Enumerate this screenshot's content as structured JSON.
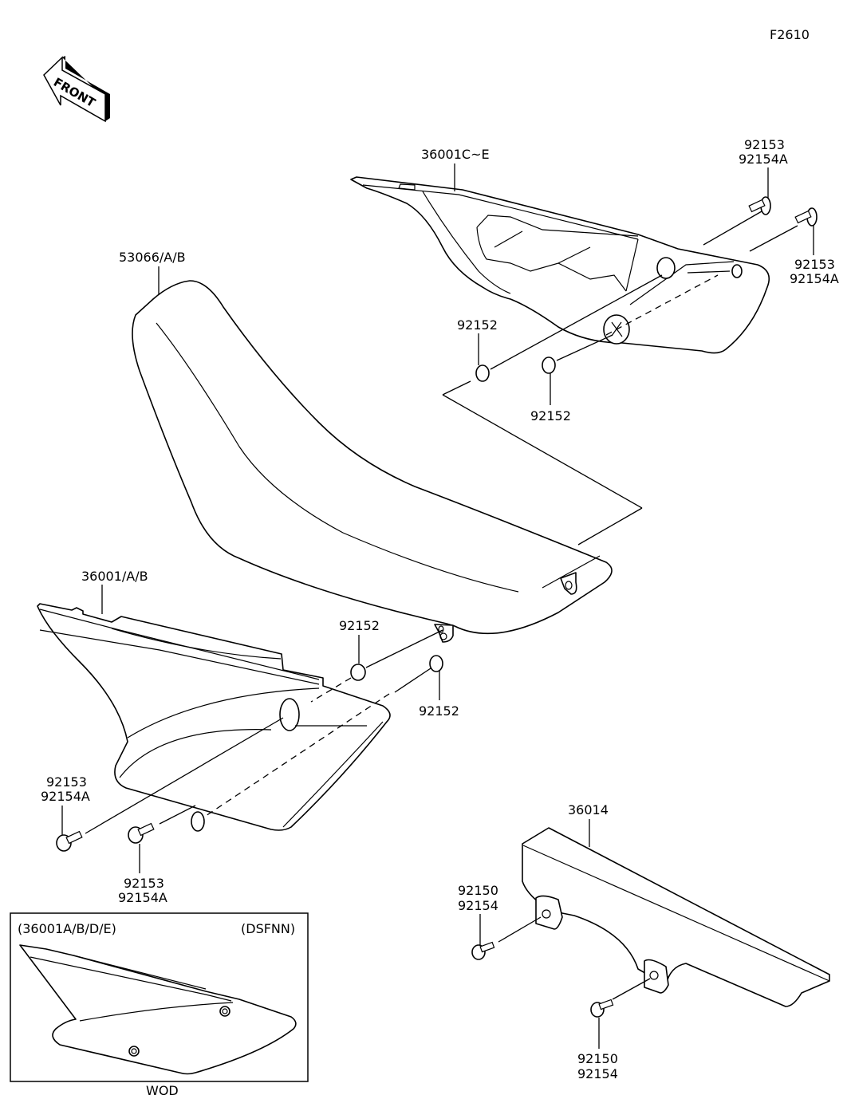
{
  "figure_code": "F2610",
  "direction_indicator": "FRONT",
  "parts": {
    "seat": "53066/A/B",
    "rear_side_cover": "36001C~E",
    "front_side_cover": "36001/A/B",
    "chain_guard": "36014"
  },
  "fasteners": {
    "rear_bolt_upper_1": "92153",
    "rear_bolt_upper_2": "92154A",
    "rear_bolt_right_1": "92153",
    "rear_bolt_right_2": "92154A",
    "rear_grommet_left": "92152",
    "rear_grommet_right": "92152",
    "front_grommet_upper": "92152",
    "front_grommet_right": "92152",
    "front_bolt_left_1": "92153",
    "front_bolt_left_2": "92154A",
    "front_bolt_mid_1": "92153",
    "front_bolt_mid_2": "92154A",
    "chain_bolt_upper_1": "92150",
    "chain_bolt_upper_2": "92154",
    "chain_bolt_lower_1": "92150",
    "chain_bolt_lower_2": "92154"
  },
  "inset": {
    "applies_to": "(36001A/B/D/E)",
    "model_code": "(DSFNN)",
    "caption": "WOD"
  }
}
